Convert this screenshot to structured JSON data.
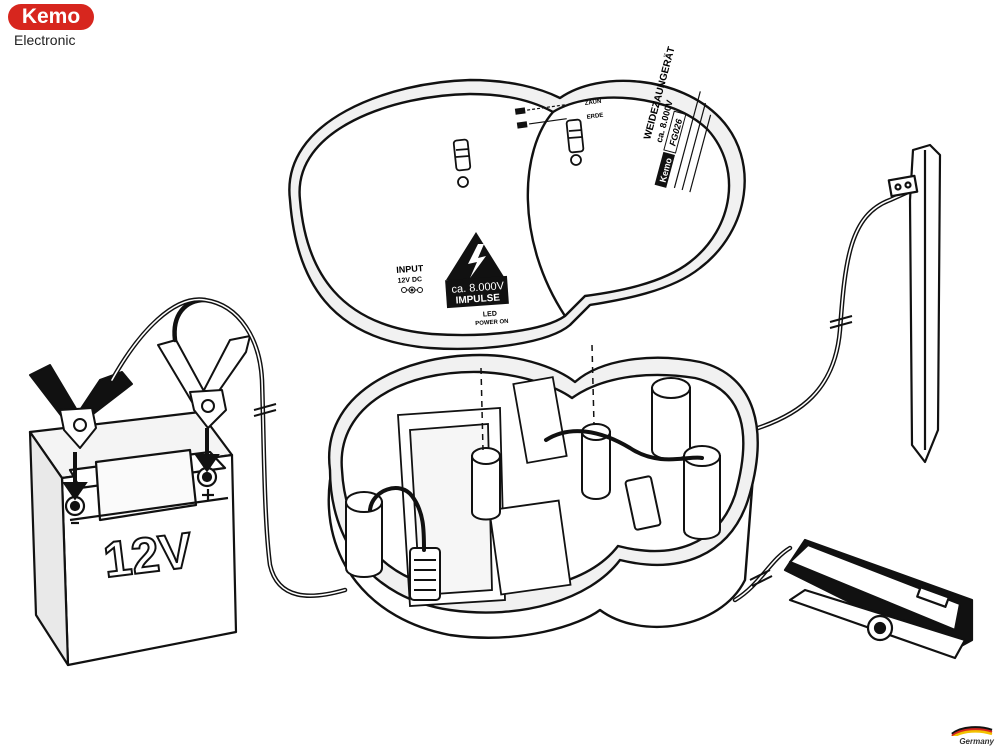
{
  "brand": {
    "name": "Kemo",
    "subtitle": "Electronic"
  },
  "lid": {
    "input_label": "INPUT",
    "input_voltage": "12V DC",
    "warning_voltage": "ca. 8.000V",
    "warning_impulse": "IMPULSE",
    "led_label": "LED",
    "led_power": "POWER ON",
    "label_title": "WEIDEZAUNGERÄT",
    "label_voltage": "ca. 8.000V",
    "label_brand": "Kemo",
    "label_model": "FG026",
    "terminal_zaun": "ZAUN",
    "terminal_erde": "ERDE"
  },
  "battery": {
    "voltage": "12V",
    "minus": "−",
    "plus": "+"
  },
  "footer": {
    "country": "Germany"
  },
  "colors": {
    "brand_red": "#d7261e",
    "line": "#111111",
    "fill": "#ffffff",
    "panel": "#f1f1f1"
  }
}
